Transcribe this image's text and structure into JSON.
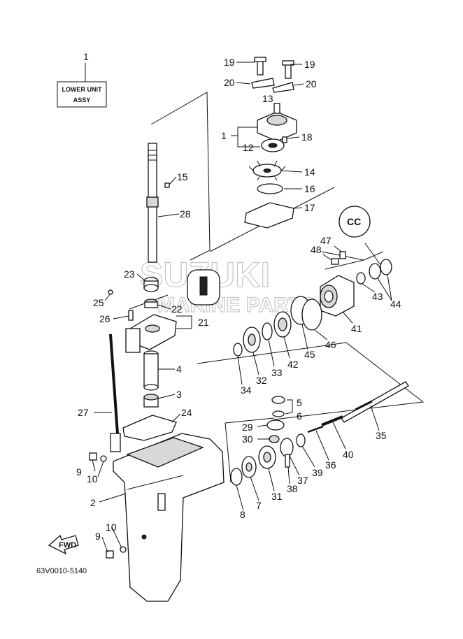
{
  "watermark": {
    "line1": "SUZUKI",
    "line2": "MARINE PARTS"
  },
  "label_box": {
    "line1": "LOWER UNIT",
    "line2": "ASSY"
  },
  "fwd_arrow": {
    "text": "FWD"
  },
  "diagram_code": "63V0010-5140",
  "sealant_tag": "CC",
  "callouts": {
    "p1": "1",
    "p1b": "1",
    "p2": "2",
    "p3": "3",
    "p4": "4",
    "p5": "5",
    "p6": "6",
    "p7": "7",
    "p8": "8",
    "p9a": "9",
    "p9b": "9",
    "p10a": "10",
    "p10b": "10",
    "p12": "12",
    "p13": "13",
    "p14": "14",
    "p15": "15",
    "p16": "16",
    "p17": "17",
    "p18": "18",
    "p19a": "19",
    "p19b": "19",
    "p20a": "20",
    "p20b": "20",
    "p21": "21",
    "p22": "22",
    "p23": "23",
    "p24": "24",
    "p25": "25",
    "p26": "26",
    "p27": "27",
    "p28": "28",
    "p29": "29",
    "p30": "30",
    "p31": "31",
    "p32": "32",
    "p33": "33",
    "p34": "34",
    "p35": "35",
    "p36": "36",
    "p37": "37",
    "p38": "38",
    "p39": "39",
    "p40": "40",
    "p41": "41",
    "p42": "42",
    "p43": "43",
    "p44": "44",
    "p45": "45",
    "p46": "46",
    "p47": "47",
    "p48": "48"
  },
  "icons": [
    "fwd-arrow-icon",
    "sealant-cc-icon",
    "grease-icon"
  ]
}
